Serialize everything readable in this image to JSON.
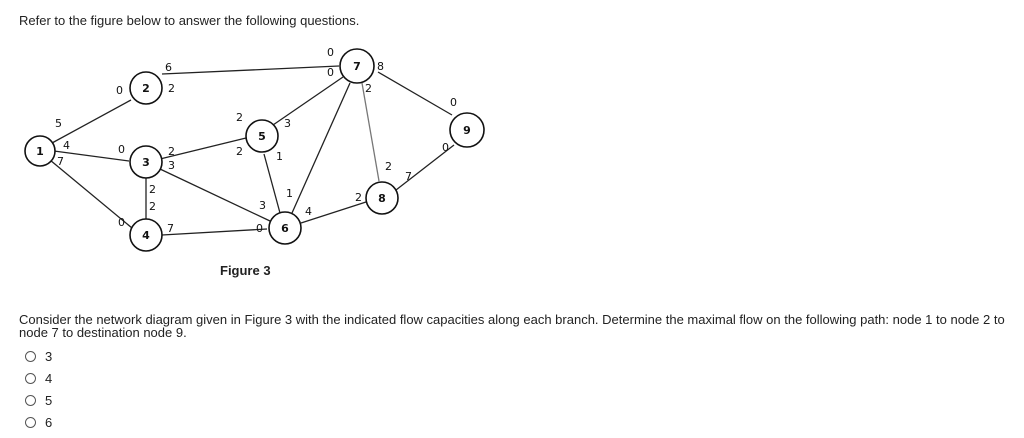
{
  "intro_text": "Refer to the figure below to answer the following questions.",
  "figure": {
    "caption": "Figure 3",
    "nodes": [
      "1",
      "2",
      "3",
      "4",
      "5",
      "6",
      "7",
      "8",
      "9"
    ],
    "capacity_labels": [
      "5",
      "4",
      "7",
      "0",
      "0",
      "0",
      "2",
      "2",
      "6",
      "2",
      "3",
      "2",
      "2",
      "7",
      "2",
      "0",
      "5",
      "3",
      "1",
      "3",
      "0",
      "1",
      "4",
      "0",
      "0",
      "7",
      "8",
      "2",
      "2",
      "2",
      "7",
      "9",
      "0",
      "0",
      "0"
    ]
  },
  "question": "Consider the network diagram given in Figure 3 with the indicated flow capacities along each branch. Determine the maximal flow on the following path: node 1 to node 2 to node 7 to destination node 9.",
  "options": [
    "3",
    "4",
    "5",
    "6"
  ]
}
